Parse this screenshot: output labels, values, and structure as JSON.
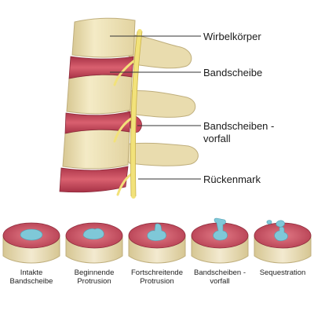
{
  "labels": {
    "vertebral_body": "Wirbelkörper",
    "disc": "Bandscheibe",
    "herniation_line1": "Bandscheiben -",
    "herniation_line2": "vorfall",
    "spinal_cord": "Rückenmark"
  },
  "stages": [
    {
      "line1": "Intakte",
      "line2": "Bandscheibe"
    },
    {
      "line1": "Beginnende",
      "line2": "Protrusion"
    },
    {
      "line1": "Fortschreitende",
      "line2": "Protrusion"
    },
    {
      "line1": "Bandscheiben -",
      "line2": "vorfall"
    },
    {
      "line1": "Sequestration",
      "line2": ""
    }
  ],
  "colors": {
    "bone": "#efe3b4",
    "bone_shadow": "#c9b987",
    "disc": "#c8485a",
    "disc_dark": "#9e2f41",
    "nucleus": "#7fc8d8",
    "nerve": "#f2e27a",
    "leader_line": "#333333"
  }
}
